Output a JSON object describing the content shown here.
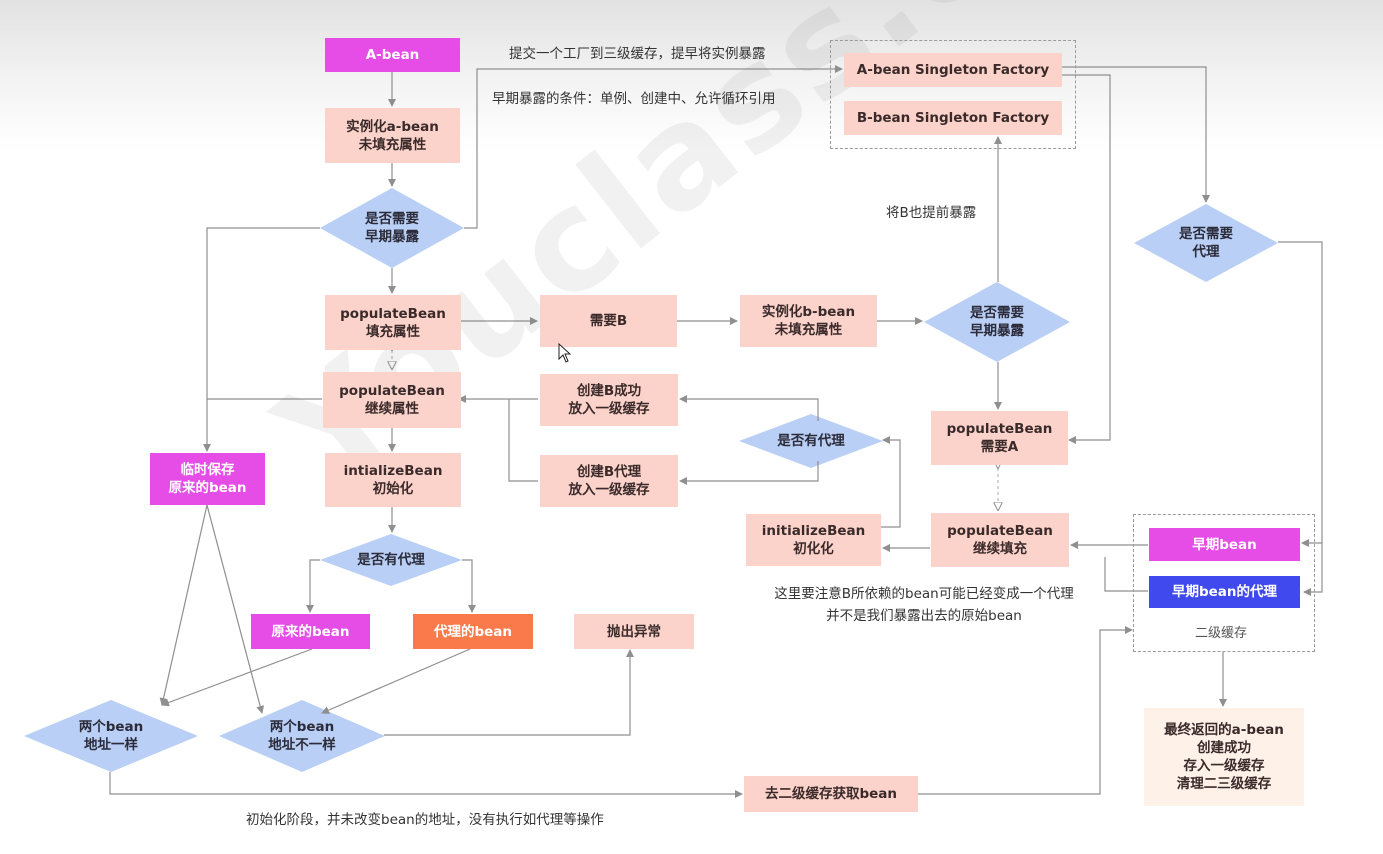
{
  "nodes": {
    "a_bean": "A-bean",
    "instantiate_a": [
      "实例化a-bean",
      "未填充属性"
    ],
    "need_early_a": [
      "是否需要",
      "早期暴露"
    ],
    "populate_a_fill": [
      "populateBean",
      "填充属性"
    ],
    "need_b": "需要B",
    "instantiate_b": [
      "实例化b-bean",
      "未填充属性"
    ],
    "need_early_b": [
      "是否需要",
      "早期暴露"
    ],
    "populate_a_continue": [
      "populateBean",
      "继续属性"
    ],
    "create_b_ok": [
      "创建B成功",
      "放入一级缓存"
    ],
    "has_proxy_b": "是否有代理",
    "create_b_proxy": [
      "创建B代理",
      "放入一级缓存"
    ],
    "populate_b_need_a": [
      "populateBean",
      "需要A"
    ],
    "temp_save": [
      "临时保存",
      "原来的bean"
    ],
    "init_a": [
      "intializeBean",
      "初始化"
    ],
    "init_b": [
      "initializeBean",
      "初化化"
    ],
    "populate_b_continue": [
      "populateBean",
      "继续填充"
    ],
    "has_proxy_a": "是否有代理",
    "original_bean": "原来的bean",
    "proxy_bean": "代理的bean",
    "throw_exception": "抛出异常",
    "same_addr": [
      "两个bean",
      "地址一样"
    ],
    "diff_addr": [
      "两个bean",
      "地址不一样"
    ],
    "get_l2": "去二级缓存获取bean",
    "final": [
      "最终返回的a-bean",
      "创建成功",
      "存入一级缓存",
      "清理二三级缓存"
    ],
    "need_proxy": [
      "是否需要",
      "代理"
    ],
    "a_factory": "A-bean Singleton Factory",
    "b_factory": "B-bean Singleton Factory",
    "early_bean": "早期bean",
    "early_bean_proxy": "早期bean的代理",
    "l2_cache": "二级缓存"
  },
  "annotations": {
    "submit_factory": "提交一个工厂到三级缓存，提早将实例暴露",
    "early_condition": "早期暴露的条件：单例、创建中、允许循环引用",
    "b_expose": "将B也提前暴露",
    "note_line1": "这里要注意B所依赖的bean可能已经变成一个代理",
    "note_line2": "并不是我们暴露出去的原始bean",
    "init_note": "初始化阶段，并未改变bean的地址，没有执行如代理等操作"
  },
  "watermark": "Youclass.com",
  "colors": {
    "pink": "#fbd3cb",
    "magenta": "#e64ce6",
    "orange": "#fb7a4c",
    "blue": "#3f49ee",
    "diamond": "#b9cff6",
    "line": "#8f8f8f"
  }
}
